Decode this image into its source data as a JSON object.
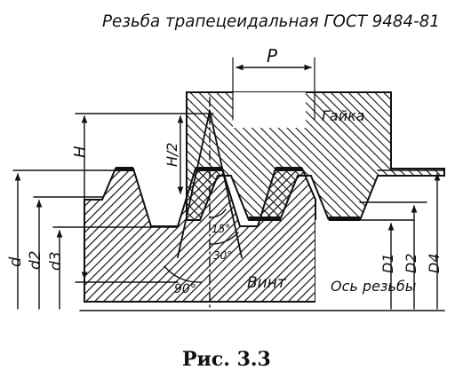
{
  "title": "Резьба трапецеидальная ГОСТ 9484-81",
  "caption": "Рис. 3.3",
  "parts": {
    "nut": "Гайка",
    "screw": "Винт",
    "axis": "Ось резьбы"
  },
  "dimensions": {
    "pitch": "P",
    "height": "H",
    "half_height": "H/2",
    "d": "d",
    "d2": "d2",
    "d3": "d3",
    "D1": "D1",
    "D2": "D2",
    "D4": "D4"
  },
  "angles": {
    "a15": "15°",
    "a30": "30°",
    "a90": "90°"
  },
  "colors": {
    "ink": "#111111",
    "paper": "#ffffff"
  }
}
